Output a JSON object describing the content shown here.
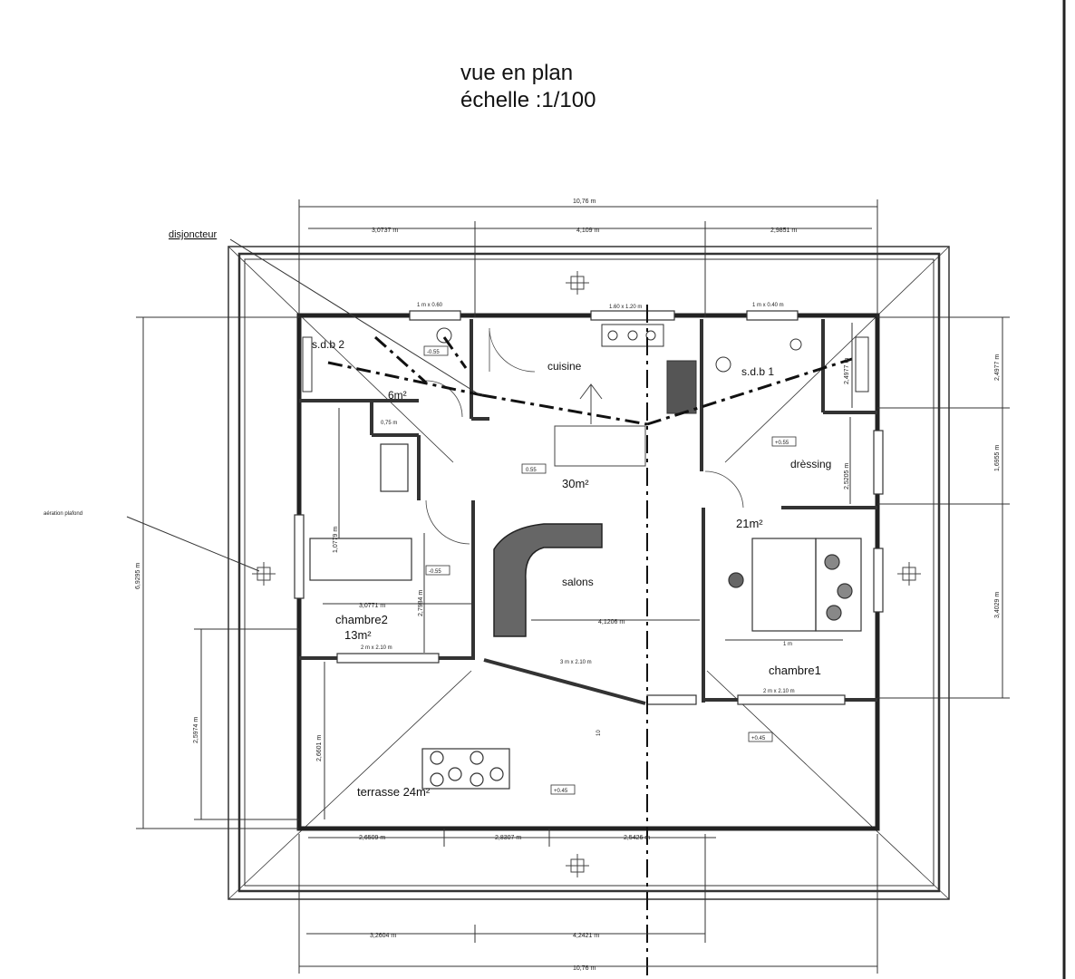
{
  "title": {
    "line1": "vue en plan",
    "line2": "échelle :1/100"
  },
  "annotations": {
    "disjoncteur": "disjoncteur",
    "aeration": "aération plafond"
  },
  "rooms": {
    "sdb2": "s.d.b 2",
    "sdb2_area": "6m²",
    "cuisine": "cuisine",
    "sdb1": "s.d.b 1",
    "dressing": "drèssing",
    "main_area": "30m²",
    "salons": "salons",
    "chambre2": "chambre2",
    "chambre2_area": "13m²",
    "area21": "21m²",
    "chambre1": "chambre1",
    "terrasse": "terrasse 24m²"
  },
  "levels": {
    "l1": "-0.55",
    "l2": "0.55",
    "l3": "+0.55",
    "l4": "-0.55",
    "l5": "+0.45",
    "l6": "+0.45"
  },
  "dimensions": {
    "top_total": "10,76 m",
    "top_1": "3,0737 m",
    "top_2": "4,109 m",
    "top_3": "2,9851 m",
    "bottom_1": "2,6509 m",
    "bottom_2": "2,8307 m",
    "bottom_3": "2,5426 m",
    "bottom2_1": "3,2604 m",
    "bottom2_2": "4,2421 m",
    "bottom_total": "10,76 m",
    "left_total": "6,9295 m",
    "left_terrasse": "2,5974 m",
    "right_1": "2,4977 m",
    "right_2": "1,6955 m",
    "right_3": "3,4029 m",
    "inner_chambre2_w": "3,0771 m",
    "inner_salon_w": "4,1206 m",
    "inner_terrasse_h": "2,6601 m",
    "inner_c2_h1": "1,0779 m",
    "inner_c2_h2": "2,7984 m",
    "inner_dress_h": "2,5205 m",
    "inner_sdb1_h": "2,4977 m",
    "win_sdb2": "1 m x 0.60",
    "win_cuisine": "1.60 x 1.20 m",
    "win_sdb1": "1 m x 0.40 m",
    "win_c2": "2 m x 2.10 m",
    "win_salon": "3 m x 2.10 m",
    "win_c1": "2 m x 2.10 m",
    "door_ch1": "1 m",
    "small_075": "0,75 m",
    "stair_nb": "10"
  }
}
